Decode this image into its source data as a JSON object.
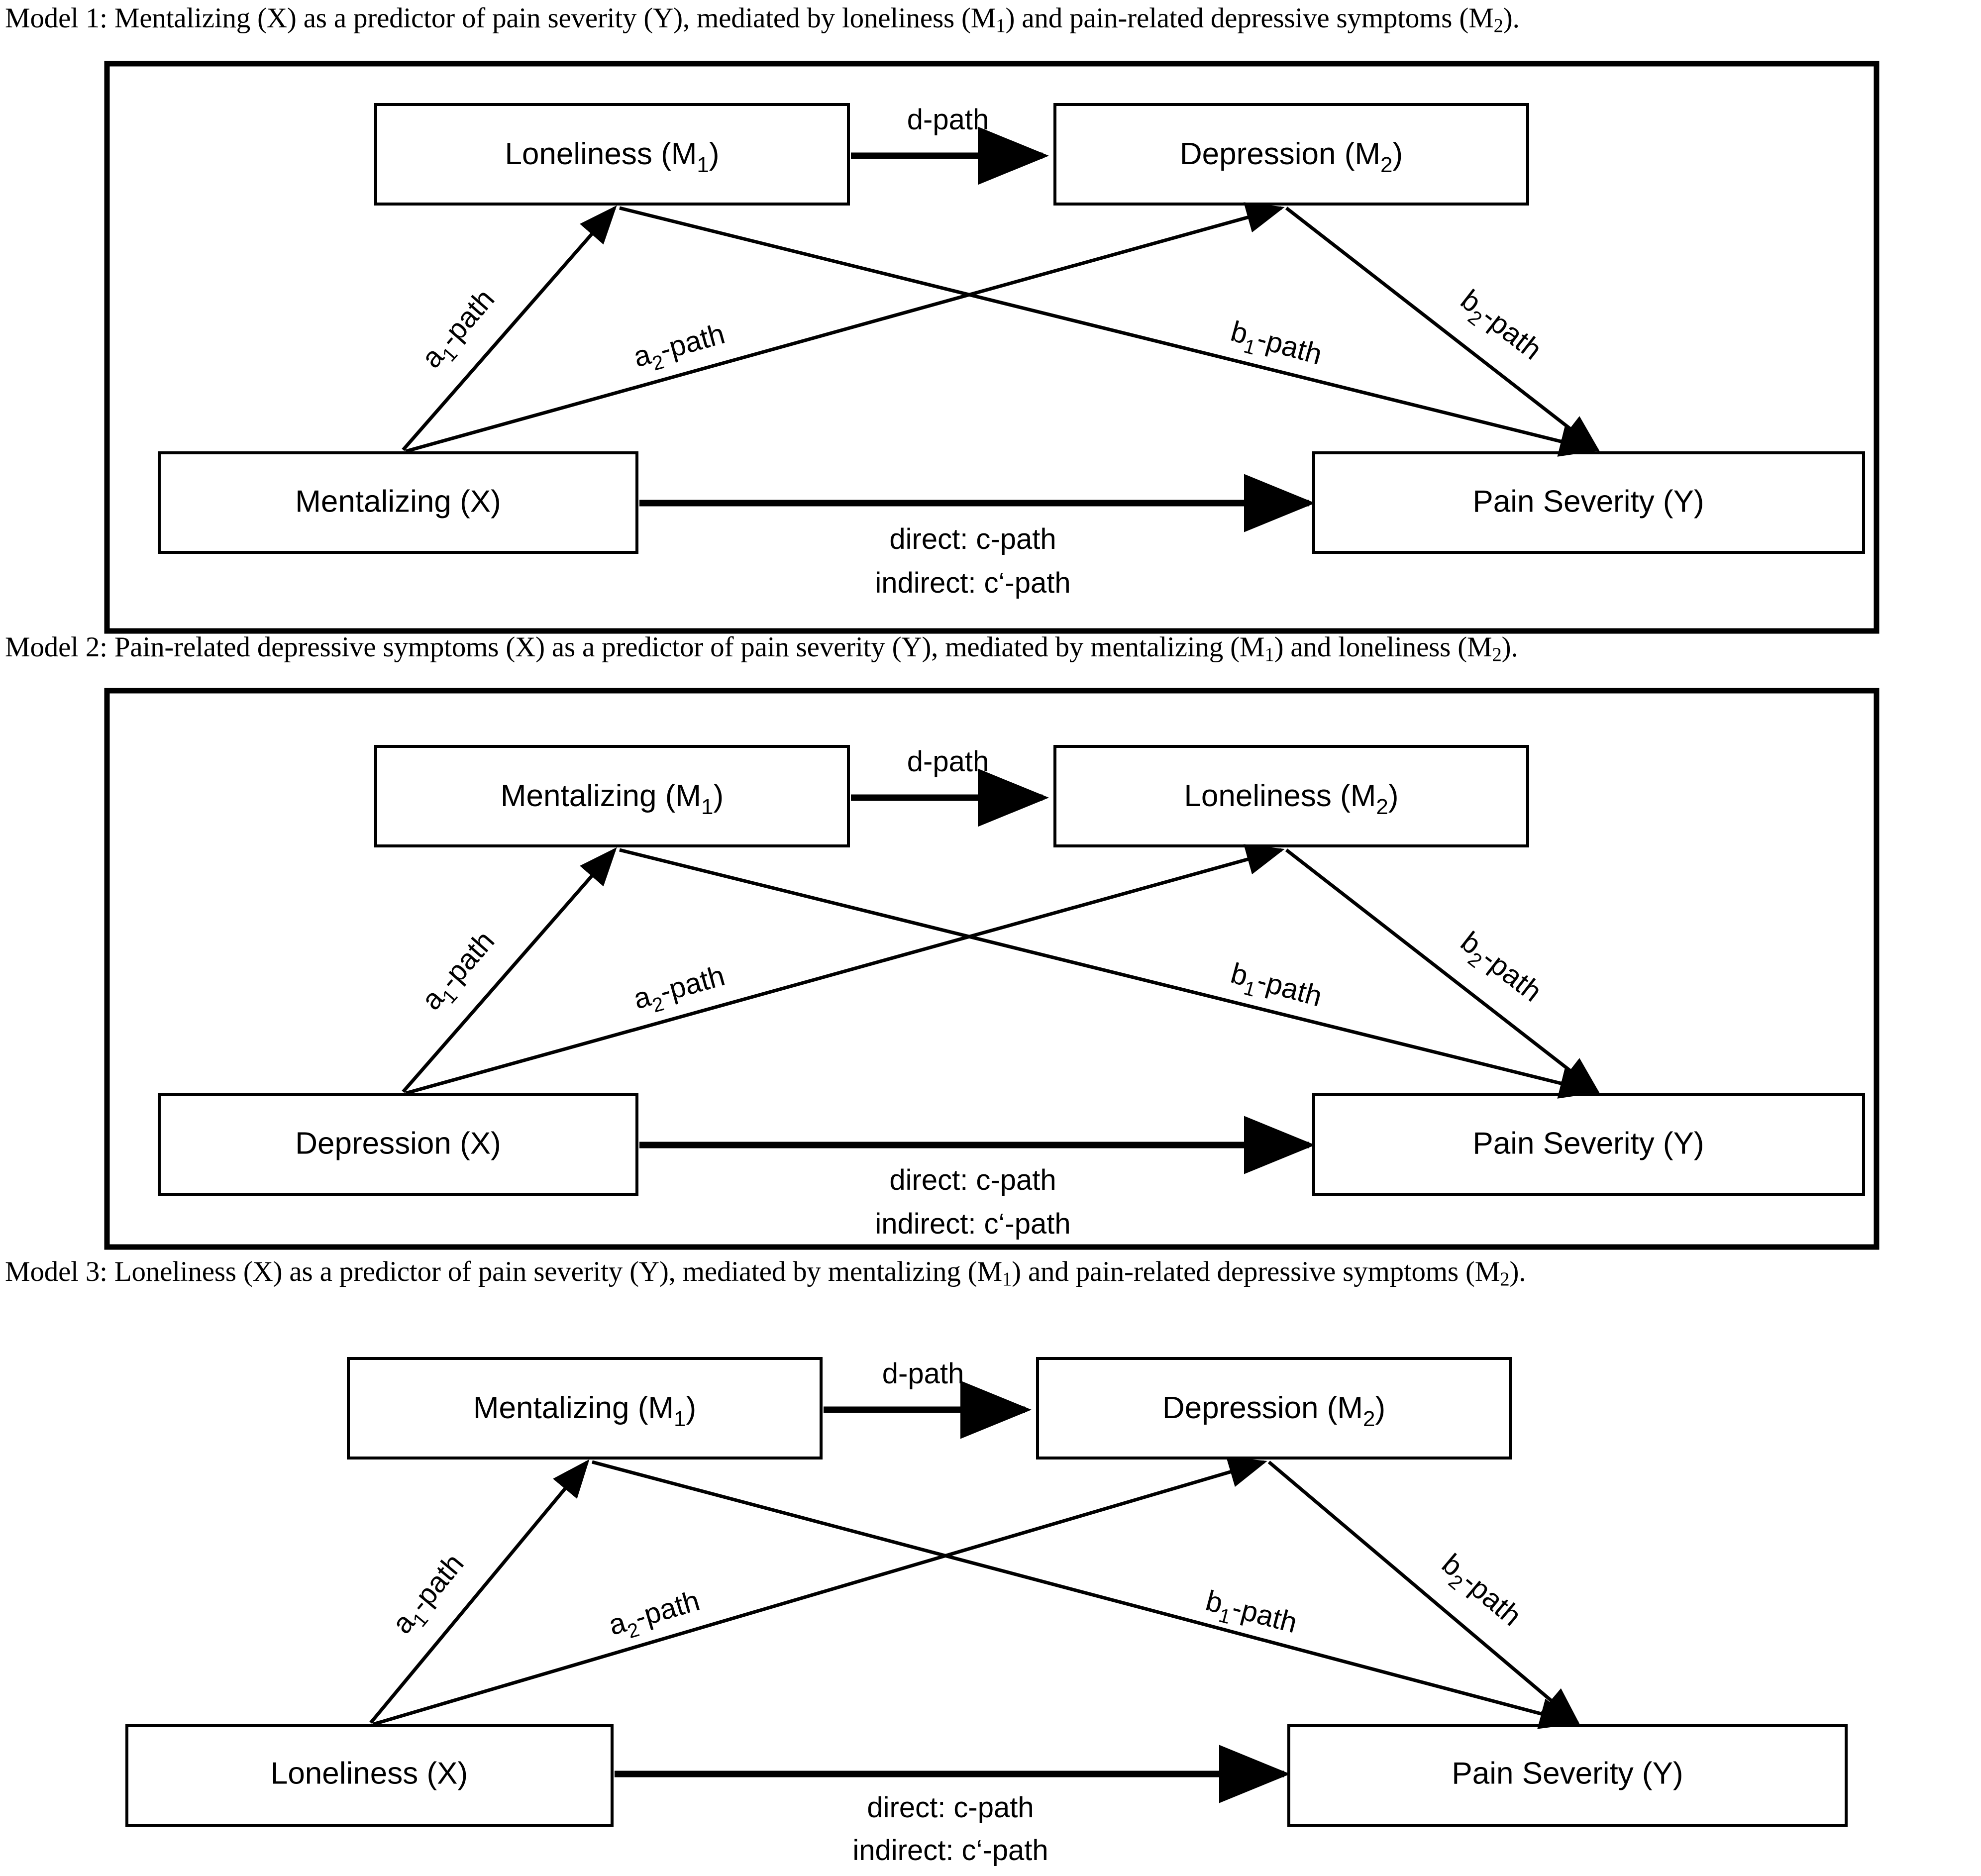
{
  "document": {
    "title": "Three serial mediation path models"
  },
  "models": [
    {
      "id": "model-1",
      "caption": {
        "prefix": "Model 1: Mentalizing (X) as a predictor of pain severity (Y), mediated by loneliness (M",
        "sub1": "1",
        "middle": ") and pain-related depressive symptoms (M",
        "sub2": "2",
        "suffix": ")."
      },
      "has_frame": true,
      "nodes": {
        "m1": {
          "text": "Loneliness (M",
          "sub": "1",
          "tail": ")"
        },
        "m2": {
          "text": "Depression (M",
          "sub": "2",
          "tail": ")"
        },
        "x": {
          "text": "Mentalizing  (X)",
          "sub": "",
          "tail": ""
        },
        "y": {
          "text": "Pain Severity  (Y)",
          "sub": "",
          "tail": ""
        }
      },
      "edges": {
        "d": "d-path",
        "a1": {
          "base": "a",
          "sub": "1",
          "tail": "-path"
        },
        "a2": {
          "base": "a",
          "sub": "2",
          "tail": "-path"
        },
        "b1": {
          "base": "b",
          "sub": "1",
          "tail": "-path"
        },
        "b2": {
          "base": "b",
          "sub": "2",
          "tail": "-path"
        },
        "direct": "direct: c-path",
        "indirect": "indirect: c‘-path"
      }
    },
    {
      "id": "model-2",
      "caption": {
        "prefix": "Model 2: Pain-related depressive symptoms (X) as a predictor of pain severity (Y), mediated by mentalizing (M",
        "sub1": "1",
        "middle": ") and loneliness (M",
        "sub2": "2",
        "suffix": ")."
      },
      "has_frame": true,
      "nodes": {
        "m1": {
          "text": "Mentalizing (M",
          "sub": "1",
          "tail": ")"
        },
        "m2": {
          "text": "Loneliness (M",
          "sub": "2",
          "tail": ")"
        },
        "x": {
          "text": "Depression  (X)",
          "sub": "",
          "tail": ""
        },
        "y": {
          "text": "Pain Severity  (Y)",
          "sub": "",
          "tail": ""
        }
      },
      "edges": {
        "d": "d-path",
        "a1": {
          "base": "a",
          "sub": "1",
          "tail": "-path"
        },
        "a2": {
          "base": "a",
          "sub": "2",
          "tail": "-path"
        },
        "b1": {
          "base": "b",
          "sub": "1",
          "tail": "-path"
        },
        "b2": {
          "base": "b",
          "sub": "2",
          "tail": "-path"
        },
        "direct": "direct: c-path",
        "indirect": "indirect: c‘-path"
      }
    },
    {
      "id": "model-3",
      "caption": {
        "prefix": "Model 3: Loneliness (X) as a predictor of pain severity (Y), mediated by mentalizing (M",
        "sub1": "1",
        "middle": ") and pain-related depressive symptoms (M",
        "sub2": "2",
        "suffix": ")."
      },
      "has_frame": false,
      "nodes": {
        "m1": {
          "text": "Mentalizing (M",
          "sub": "1",
          "tail": ")"
        },
        "m2": {
          "text": "Depression (M",
          "sub": "2",
          "tail": ")"
        },
        "x": {
          "text": "Loneliness  (X)",
          "sub": "",
          "tail": ""
        },
        "y": {
          "text": "Pain Severity  (Y)",
          "sub": "",
          "tail": ""
        }
      },
      "edges": {
        "d": "d-path",
        "a1": {
          "base": "a",
          "sub": "1",
          "tail": "-path"
        },
        "a2": {
          "base": "a",
          "sub": "2",
          "tail": "-path"
        },
        "b1": {
          "base": "b",
          "sub": "1",
          "tail": "-path"
        },
        "b2": {
          "base": "b",
          "sub": "2",
          "tail": "-path"
        },
        "direct": "direct: c-path",
        "indirect": "indirect: c‘-path"
      }
    }
  ],
  "colors": {
    "ink": "#000000",
    "paper": "#ffffff"
  }
}
